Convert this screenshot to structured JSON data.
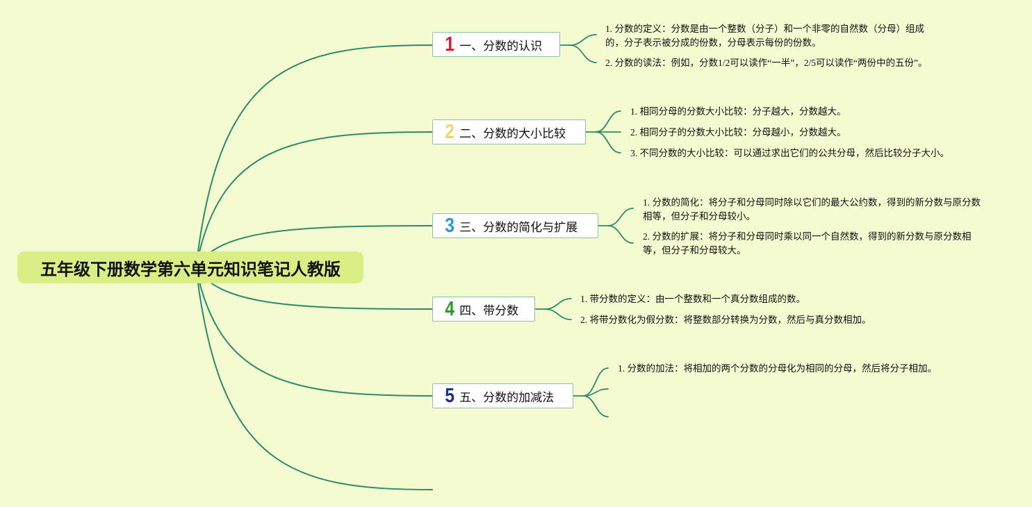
{
  "central": {
    "title": "五年级下册数学第六单元知识笔记人教版"
  },
  "branches": [
    {
      "num": "1",
      "num_color": "#e2162b",
      "label": "一、分数的认识",
      "leaves": [
        "1. 分数的定义：分数是由一个整数（分子）和一个非零的自然数（分母）组成的，分子表示被分成的份数，分母表示每份的份数。",
        "2. 分数的读法：例如，分数1/2可以读作“一半”，2/5可以读作“两份中的五份”。"
      ]
    },
    {
      "num": "2",
      "num_color": "#f0d66a",
      "label": "二、分数的大小比较",
      "leaves": [
        "1. 相同分母的分数大小比较：分子越大，分数越大。",
        "2. 相同分子的分数大小比较：分母越小，分数越大。",
        "3. 不同分数的大小比较：可以通过求出它们的公共分母，然后比较分子大小。"
      ]
    },
    {
      "num": "3",
      "num_color": "#2b97d9",
      "label": "三、分数的简化与扩展",
      "leaves": [
        "1. 分数的简化：将分子和分母同时除以它们的最大公约数，得到的新分数与原分数相等，但分子和分母较小。",
        "2. 分数的扩展：将分子和分母同时乘以同一个自然数，得到的新分数与原分数相等，但分子和分母较大。"
      ]
    },
    {
      "num": "4",
      "num_color": "#2c9a2a",
      "label": "四、带分数",
      "leaves": [
        "1. 带分数的定义：由一个整数和一个真分数组成的数。",
        "2. 将带分数化为假分数：将整数部分转换为分数，然后与真分数相加。"
      ]
    },
    {
      "num": "5",
      "num_color": "#1d2f8c",
      "label": "五、分数的加减法",
      "leaves": [
        "1. 分数的加法：将相加的两个分数的分母化为相同的分母，然后将分子相加。",
        "",
        ""
      ]
    }
  ]
}
